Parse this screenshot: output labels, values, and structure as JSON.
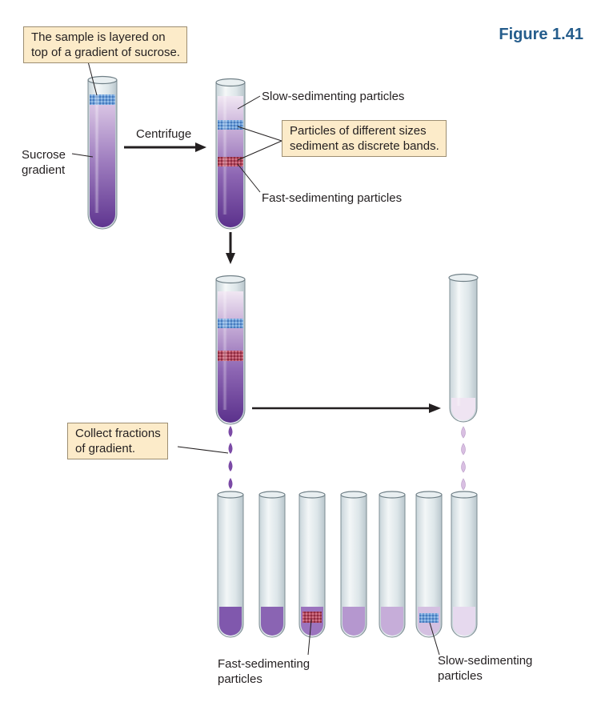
{
  "figure_label": "Figure 1.41",
  "callouts": {
    "sample_layered": [
      "The sample is layered on",
      "top of a gradient of sucrose."
    ],
    "discrete_bands": [
      "Particles of different sizes",
      "sediment as discrete bands."
    ],
    "collect_fractions": [
      "Collect fractions",
      "of gradient."
    ]
  },
  "labels": {
    "sucrose_gradient": [
      "Sucrose",
      "gradient"
    ],
    "centrifuge": "Centrifuge",
    "slow_particles": "Slow-sedimenting particles",
    "fast_particles": "Fast-sedimenting particles",
    "fast_bottom": [
      "Fast-sedimenting",
      "particles"
    ],
    "slow_bottom": [
      "Slow-sedimenting",
      "particles"
    ]
  },
  "colors": {
    "gradient_dark": "#6a3d98",
    "gradient_light": "#e3d3ea",
    "slow_band": "#5b8fd0",
    "fast_band": "#a8364e",
    "callout_fill": "#fcebc9",
    "title_blue": "#255d8c"
  }
}
